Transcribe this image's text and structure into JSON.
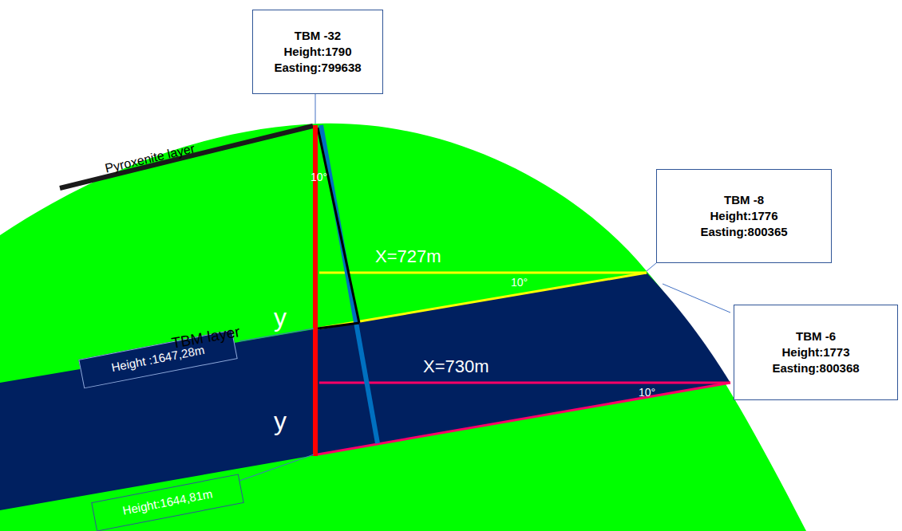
{
  "diagram": {
    "nodes": [
      {
        "text": [
          "TBM -32",
          "Height:1790",
          "Easting:799638"
        ]
      },
      {
        "text": [
          "TBM -8",
          "Height:1776",
          "Easting:800365"
        ]
      },
      {
        "text": [
          "TBM -6",
          "Height:1773",
          "Easting:800368"
        ]
      },
      {
        "text": [
          "Height :1647,28m"
        ]
      },
      {
        "text": [
          "Height:1644,81m"
        ]
      }
    ],
    "labels": [
      "Pyroxenite layer",
      "10°",
      "X=727m",
      "10°",
      "y",
      "TBM layer",
      "X=730m",
      "10°",
      "y"
    ]
  }
}
